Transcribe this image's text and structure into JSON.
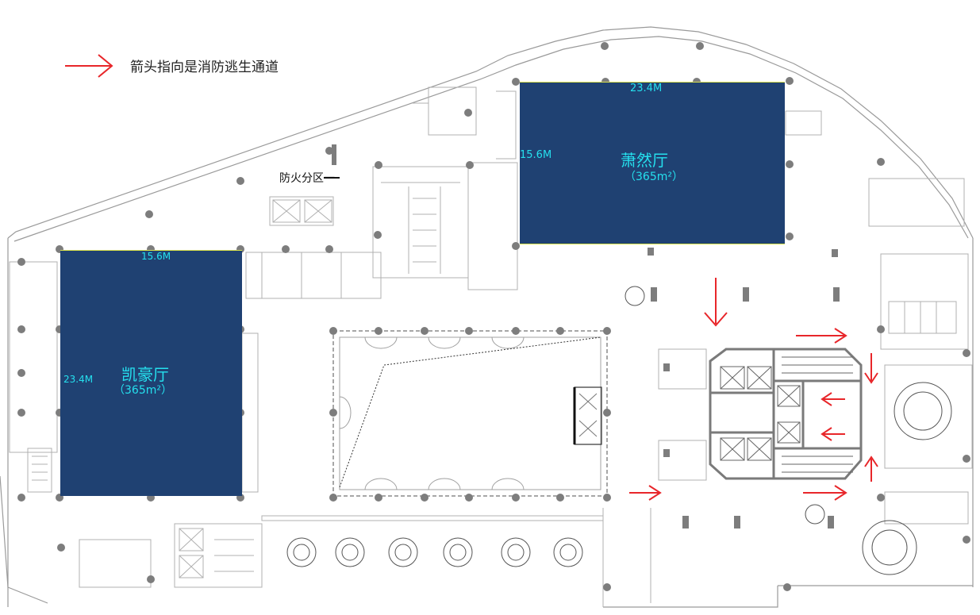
{
  "legend": {
    "text": "箭头指向是消防逃生通道",
    "arrow_icon": "red-arrow-icon",
    "arrow_color": "#e8262a"
  },
  "zone_label": "防火分区一",
  "halls": {
    "xiaoran": {
      "name": "萧然厅",
      "area": "（365m²）",
      "width_label": "23.4M",
      "height_label": "15.6M"
    },
    "kaihao": {
      "name": "凯豪厅",
      "area": "（365m²）",
      "width_label": "15.6M",
      "height_label": "23.4M"
    }
  },
  "colors": {
    "hall_fill": "#1f4172",
    "label_cyan": "#25e0ee",
    "arrow_red": "#e8262a",
    "wall_gray": "#8a8a8a",
    "column_gray": "#7d7d7d"
  }
}
